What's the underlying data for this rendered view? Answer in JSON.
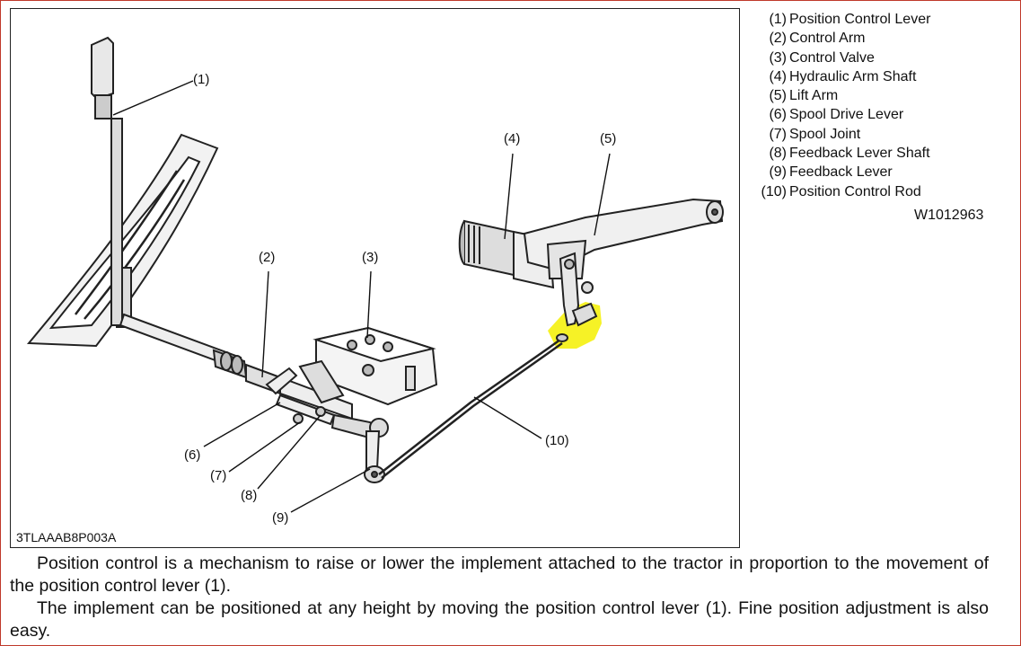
{
  "figure": {
    "figure_id": "3TLAAAB8P003A",
    "callouts": [
      "(1)",
      "(2)",
      "(3)",
      "(4)",
      "(5)",
      "(6)",
      "(7)",
      "(8)",
      "(9)",
      "(10)"
    ],
    "highlight_color": "#f5f000"
  },
  "legend": {
    "items": [
      {
        "num": "(1)",
        "label": "Position Control Lever"
      },
      {
        "num": "(2)",
        "label": "Control Arm"
      },
      {
        "num": "(3)",
        "label": "Control Valve"
      },
      {
        "num": "(4)",
        "label": "Hydraulic Arm Shaft"
      },
      {
        "num": "(5)",
        "label": "Lift Arm"
      },
      {
        "num": "(6)",
        "label": "Spool Drive Lever"
      },
      {
        "num": "(7)",
        "label": "Spool Joint"
      },
      {
        "num": "(8)",
        "label": "Feedback Lever Shaft"
      },
      {
        "num": "(9)",
        "label": "Feedback Lever"
      },
      {
        "num": "(10)",
        "label": "Position Control Rod"
      }
    ],
    "drawing_id": "W1012963"
  },
  "body": {
    "paragraphs": [
      "Position control is a mechanism to raise or lower the implement attached to the tractor in proportion to the movement of the position control lever (1).",
      "The implement can be positioned at any height by moving the position control lever (1).  Fine position adjustment is also easy."
    ]
  }
}
